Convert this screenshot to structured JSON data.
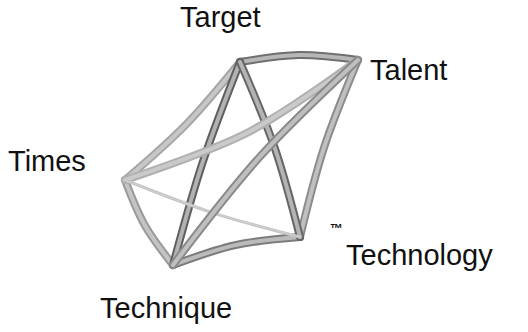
{
  "diagram": {
    "nodes": [
      {
        "text": [
          "Target"
        ]
      },
      {
        "text": [
          "Talent"
        ]
      },
      {
        "text": [
          "Times"
        ]
      },
      {
        "text": [
          "Technology"
        ]
      },
      {
        "text": [
          "Technique"
        ]
      }
    ],
    "edges": [
      {
        "from": 0,
        "to": 1,
        "arrow": "none"
      },
      {
        "from": 1,
        "to": 3,
        "arrow": "none"
      },
      {
        "from": 3,
        "to": 4,
        "arrow": "none"
      },
      {
        "from": 4,
        "to": 2,
        "arrow": "none"
      },
      {
        "from": 2,
        "to": 0,
        "arrow": "none"
      },
      {
        "from": 0,
        "to": 4,
        "arrow": "none"
      },
      {
        "from": 0,
        "to": 3,
        "arrow": "none"
      },
      {
        "from": 2,
        "to": 1,
        "arrow": "none"
      },
      {
        "from": 2,
        "to": 3,
        "arrow": "none"
      },
      {
        "from": 1,
        "to": 4,
        "arrow": "none"
      }
    ],
    "labels": [
      "™"
    ]
  }
}
